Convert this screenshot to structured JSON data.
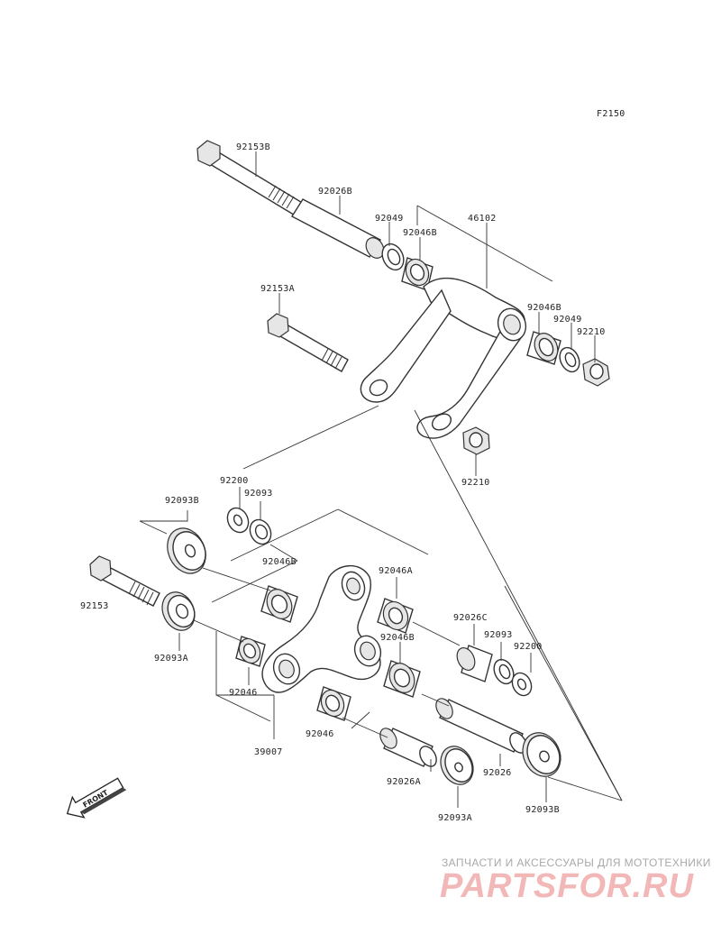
{
  "figure_code": "F2150",
  "watermark": {
    "caption": "ЗАПЧАСТИ И АКСЕССУАРЫ ДЛЯ МОТОТЕХНИКИ",
    "logo": "PARTSFOR.RU"
  },
  "front_label": "FRONT",
  "part_labels": {
    "bolt_92153B": "92153B",
    "collar_92026B": "92026B",
    "seal_92049_upper": "92049",
    "bearing_92046B_upper": "92046B",
    "rod_46102": "46102",
    "bearing_92046B_right": "92046B",
    "seal_92049_right": "92049",
    "nut_92210_upper": "92210",
    "bolt_92153A": "92153A",
    "nut_92210_lower": "92210",
    "washer_92200_left": "92200",
    "seal_92093_left": "92093",
    "cap_92093B_left": "92093B",
    "bearing_92046B_mid": "92046B",
    "bearing_92046A": "92046A",
    "bolt_92153": "92153",
    "collar_92026C": "92026C",
    "seal_92093_right": "92093",
    "washer_92200_right": "92200",
    "bearing_92046B_lower": "92046B",
    "cap_92093A_left": "92093A",
    "bearing_92046_left": "92046",
    "bearing_92046_lower": "92046",
    "rocker_39007": "39007",
    "collar_92026A": "92026A",
    "collar_92026": "92026",
    "cap_92093A_bottom": "92093A",
    "cap_92093B_bottom": "92093B"
  }
}
